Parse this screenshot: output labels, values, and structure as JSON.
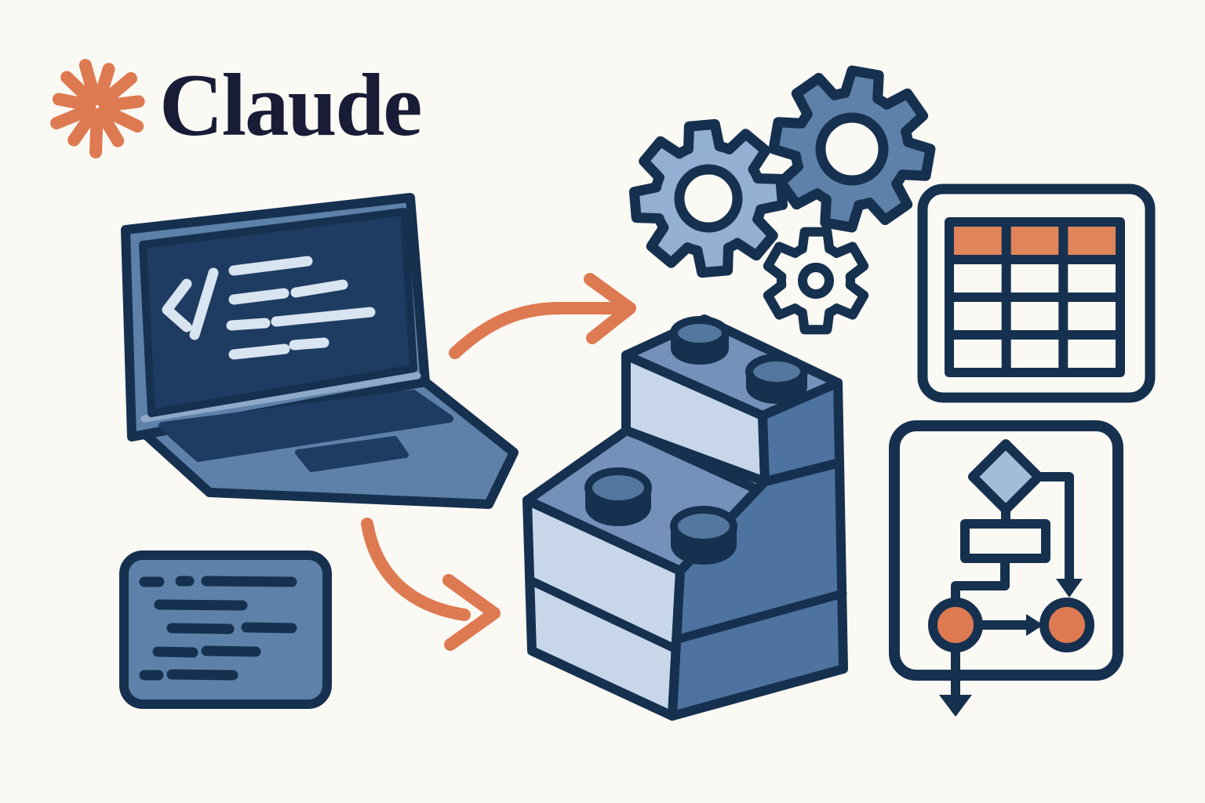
{
  "logo": {
    "wordmark": "Claude",
    "symbol_icon": "claude-spark-icon"
  },
  "illustration": {
    "elements": [
      "claude-logo",
      "laptop-with-code-screen",
      "code-snippet-card",
      "curved-arrow-to-gears",
      "curved-arrow-to-bricks",
      "gears-cluster",
      "stacked-building-bricks",
      "data-table-icon",
      "flowchart-icon"
    ]
  },
  "colors": {
    "bg": "#FBF9F4",
    "ink": "#16314F",
    "wordmark-ink": "#191C36",
    "orange": "#DE7A51",
    "table-orange": "#E0845B",
    "mid-blue": "#5E81A9",
    "steel-blue": "#93B0D2",
    "diamond-blue": "#A2BCDA",
    "light-blue": "#C7D7E9",
    "pale-blue": "#D9E4F1",
    "screen-navy": "#1E3C61",
    "brick-top": "#7491BA",
    "brick-side": "#4E73A0",
    "stud-top": "#54779F",
    "hinge-steel": "#8FA9C9"
  }
}
